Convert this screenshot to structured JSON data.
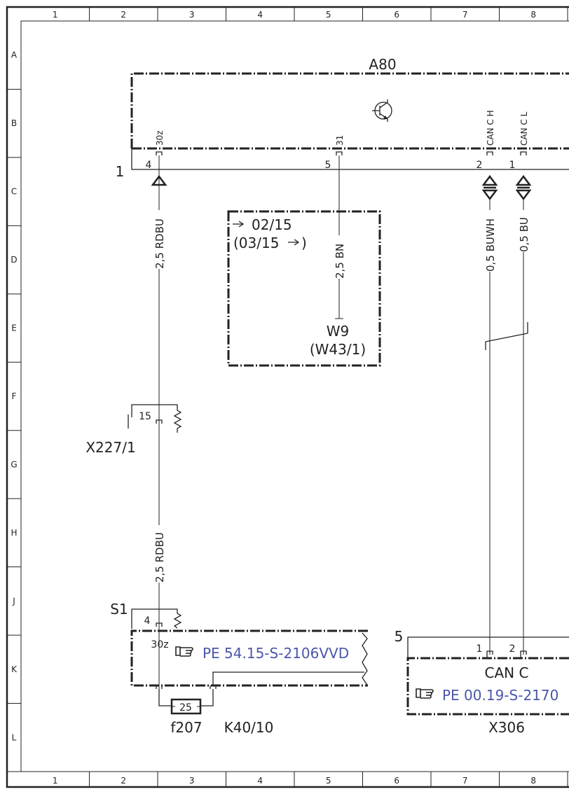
{
  "frame": {
    "columns": [
      "1",
      "2",
      "3",
      "4",
      "5",
      "6",
      "7",
      "8"
    ],
    "rows": [
      "A",
      "B",
      "C",
      "D",
      "E",
      "F",
      "G",
      "H",
      "J",
      "K",
      "L"
    ]
  },
  "colors": {
    "line": "#222222",
    "reference_link": "#4a57a8"
  },
  "a80": {
    "name": "A80",
    "symbol": "transistor-icon",
    "connector": "1",
    "pins": [
      {
        "signal": "30z",
        "number": "4"
      },
      {
        "signal": "31",
        "number": "5"
      },
      {
        "signal": "CAN C H",
        "number": "2"
      },
      {
        "signal": "CAN C L",
        "number": "1"
      }
    ]
  },
  "wires": {
    "rdbu_upper": "2,5 RDBU",
    "rdbu_lower": "2,5 RDBU",
    "bn": "2,5 BN",
    "buwh": "0,5 BUWH",
    "bu": "0,5 BU"
  },
  "date_box": {
    "line1": "02/15",
    "line2_open": "(03/15",
    "line2_close": ")"
  },
  "ground": {
    "name": "W9",
    "alt": "(W43/1)"
  },
  "x227": {
    "name": "X227/1",
    "pin": "15"
  },
  "s1": {
    "name": "S1",
    "pin": "4",
    "signal": "30z",
    "reference": "PE 54.15-S-2106VVD"
  },
  "fuse": {
    "name": "f207",
    "value": "25"
  },
  "relay": {
    "name": "K40/10"
  },
  "x306": {
    "name": "X306",
    "connector": "5",
    "pin1": "1",
    "pin2": "2",
    "title": "CAN C",
    "reference": "PE 00.19-S-2170"
  }
}
